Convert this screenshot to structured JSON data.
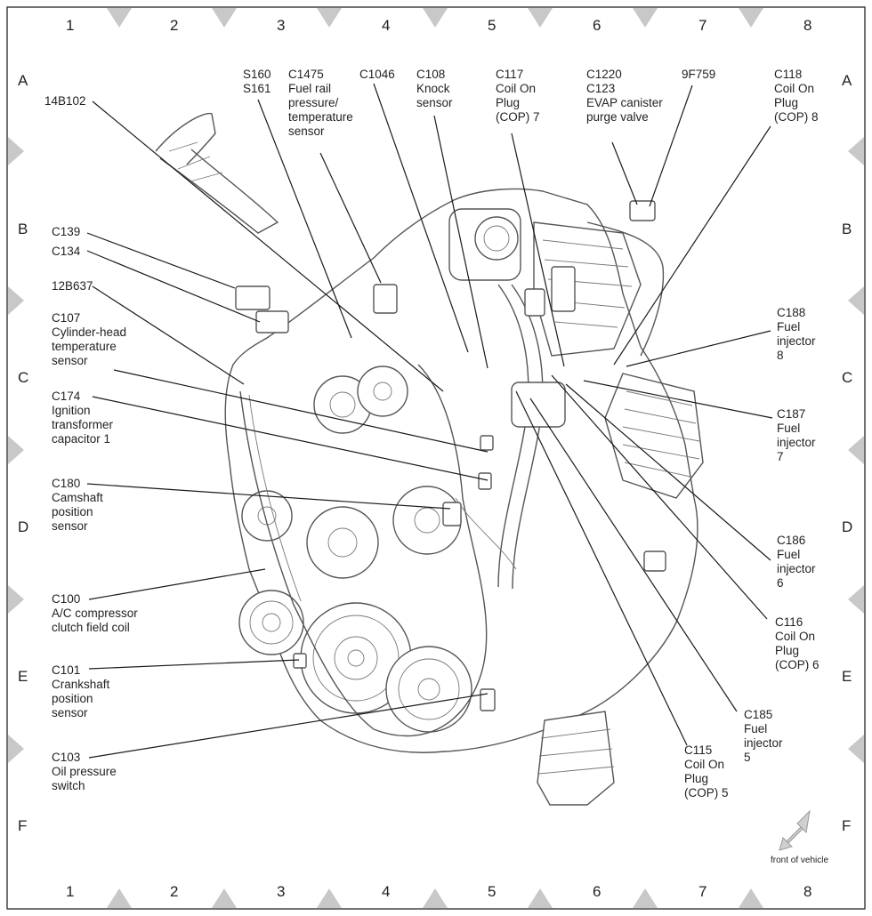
{
  "columns": [
    "1",
    "2",
    "3",
    "4",
    "5",
    "6",
    "7",
    "8"
  ],
  "rows": [
    "A",
    "B",
    "C",
    "D",
    "E",
    "F"
  ],
  "callouts": [
    {
      "id": "14B102",
      "lines": [
        "14B102"
      ]
    },
    {
      "id": "S160",
      "lines": [
        "S160",
        "S161"
      ]
    },
    {
      "id": "C1475",
      "lines": [
        "C1475",
        "Fuel rail",
        "pressure/",
        "temperature",
        "sensor"
      ]
    },
    {
      "id": "C1046",
      "lines": [
        "C1046"
      ]
    },
    {
      "id": "C108",
      "lines": [
        "C108",
        "Knock",
        "sensor"
      ]
    },
    {
      "id": "C117",
      "lines": [
        "C117",
        "Coil On",
        "Plug",
        "(COP) 7"
      ]
    },
    {
      "id": "C1220",
      "lines": [
        "C1220",
        "C123",
        "EVAP canister",
        "purge valve"
      ]
    },
    {
      "id": "9F759",
      "lines": [
        "9F759"
      ]
    },
    {
      "id": "C118",
      "lines": [
        "C118",
        "Coil On",
        "Plug",
        "(COP) 8"
      ]
    },
    {
      "id": "C139",
      "lines": [
        "C139"
      ]
    },
    {
      "id": "C134",
      "lines": [
        "C134"
      ]
    },
    {
      "id": "12B637",
      "lines": [
        "12B637"
      ]
    },
    {
      "id": "C107",
      "lines": [
        "C107",
        "Cylinder-head",
        "temperature",
        "sensor"
      ]
    },
    {
      "id": "C174",
      "lines": [
        "C174",
        "Ignition",
        "transformer",
        "capacitor 1"
      ]
    },
    {
      "id": "C180",
      "lines": [
        "C180",
        "Camshaft",
        "position",
        "sensor"
      ]
    },
    {
      "id": "C100",
      "lines": [
        "C100",
        "A/C compressor",
        "clutch field coil"
      ]
    },
    {
      "id": "C101",
      "lines": [
        "C101",
        "Crankshaft",
        "position",
        "sensor"
      ]
    },
    {
      "id": "C103",
      "lines": [
        "C103",
        "Oil pressure",
        "switch"
      ]
    },
    {
      "id": "C188",
      "lines": [
        "C188",
        "Fuel",
        "injector",
        "8"
      ]
    },
    {
      "id": "C187",
      "lines": [
        "C187",
        "Fuel",
        "injector",
        "7"
      ]
    },
    {
      "id": "C186",
      "lines": [
        "C186",
        "Fuel",
        "injector",
        "6"
      ]
    },
    {
      "id": "C116",
      "lines": [
        "C116",
        "Coil On",
        "Plug",
        "(COP) 6"
      ]
    },
    {
      "id": "C185",
      "lines": [
        "C185",
        "Fuel",
        "injector",
        "5"
      ]
    },
    {
      "id": "C115",
      "lines": [
        "C115",
        "Coil On",
        "Plug",
        "(COP) 5"
      ]
    }
  ],
  "front_note": "front of vehicle"
}
